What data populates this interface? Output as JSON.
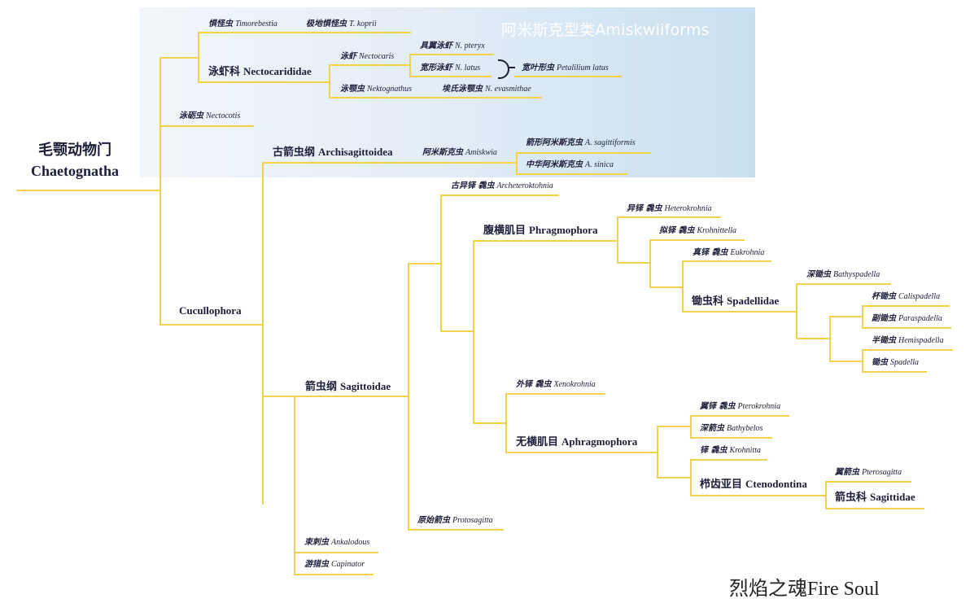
{
  "panel": {
    "title": "阿米斯克型类Amiskwiiforms",
    "color": "#d9e8f4"
  },
  "line_color": "#f2d24a",
  "root": {
    "cn": "毛颚动物门",
    "la": "Chaetognatha"
  },
  "nodes": {
    "timorebestia": {
      "cn": "惧怪虫",
      "la": "Timorebestia"
    },
    "t_koprii": {
      "cn": "极地惧怪虫",
      "la": "T. koprii"
    },
    "nectocarididae": {
      "cn": "泳虾科",
      "la": "Nectocarididae"
    },
    "nectocaris": {
      "cn": "泳虾",
      "la": "Nectocaris"
    },
    "n_pteryx": {
      "cn": "具翼泳虾",
      "la": "N. pteryx"
    },
    "n_latus": {
      "cn": "宽形泳虾",
      "la": "N. latus"
    },
    "petalilium": {
      "cn": "宽叶形虫",
      "la": "Petalilium latus"
    },
    "nektognathus": {
      "cn": "泳颚虫",
      "la": "Nektognathus"
    },
    "n_evasmithae": {
      "cn": "埃氏泳颚虫",
      "la": "N. evasmithae"
    },
    "nectocotis": {
      "cn": "泳砺虫",
      "la": "Nectocotis"
    },
    "archisagittoidea": {
      "cn": "古箭虫纲",
      "la": "Archisagittoidea"
    },
    "amiskwia": {
      "cn": "阿米斯克虫",
      "la": "Amiskwia"
    },
    "a_sagittiformis": {
      "cn": "箭形阿米斯克虫",
      "la": "A. sagittiformis"
    },
    "a_sinica": {
      "cn": "中华阿米斯克虫",
      "la": "A. sinica"
    },
    "cucullophora": {
      "la": "Cucullophora"
    },
    "archeteroktohnia": {
      "cn": "古异铎 毳虫",
      "la": "Archeteroktohnia"
    },
    "phragmophora": {
      "cn": "腹横肌目",
      "la": "Phragmophora"
    },
    "heterokrohnia": {
      "cn": "异铎 毳虫",
      "la": "Heterokrohnia"
    },
    "krohnittella": {
      "cn": "拟铎 毳虫",
      "la": "Krohnittella"
    },
    "eukrohnia": {
      "cn": "真铎 毳虫",
      "la": "Eukrohnia"
    },
    "spadellidae": {
      "cn": "锄虫科",
      "la": "Spadellidae"
    },
    "bathyspadella": {
      "cn": "深锄虫",
      "la": "Bathyspadella"
    },
    "calispadella": {
      "cn": "杯锄虫",
      "la": "Calispadella"
    },
    "paraspadella": {
      "cn": "副锄虫",
      "la": "Paraspadella"
    },
    "hemispadella": {
      "cn": "半锄虫",
      "la": "Hemispadella"
    },
    "spadella": {
      "cn": "锄虫",
      "la": "Spadella"
    },
    "sagittoidae": {
      "cn": "箭虫纲",
      "la": "Sagittoidae"
    },
    "xenokrohnia": {
      "cn": "外铎 毳虫",
      "la": "Xenokrohnia"
    },
    "aphragmophora": {
      "cn": "无横肌目",
      "la": "Aphragmophora"
    },
    "pterokrohnia": {
      "cn": "翼铎 毳虫",
      "la": "Pterokrohnia"
    },
    "bathybelos": {
      "cn": "深箭虫",
      "la": "Bathybelos"
    },
    "krohnitta": {
      "cn": "铎 毳虫",
      "la": "Krohnitta"
    },
    "ctenodontina": {
      "cn": "栉齿亚目",
      "la": "Ctenodontina"
    },
    "pterosagitta": {
      "cn": "翼箭虫",
      "la": "Pterosagitta"
    },
    "sagittidae": {
      "cn": "箭虫科",
      "la": "Sagittidae"
    },
    "protosagitta": {
      "cn": "原始箭虫",
      "la": "Protosagitta"
    },
    "ankalodous": {
      "cn": "束刺虫",
      "la": "Ankalodous"
    },
    "capinator": {
      "cn": "游猎虫",
      "la": "Capinator"
    }
  },
  "watermark": "烈焰之魂Fire Soul"
}
